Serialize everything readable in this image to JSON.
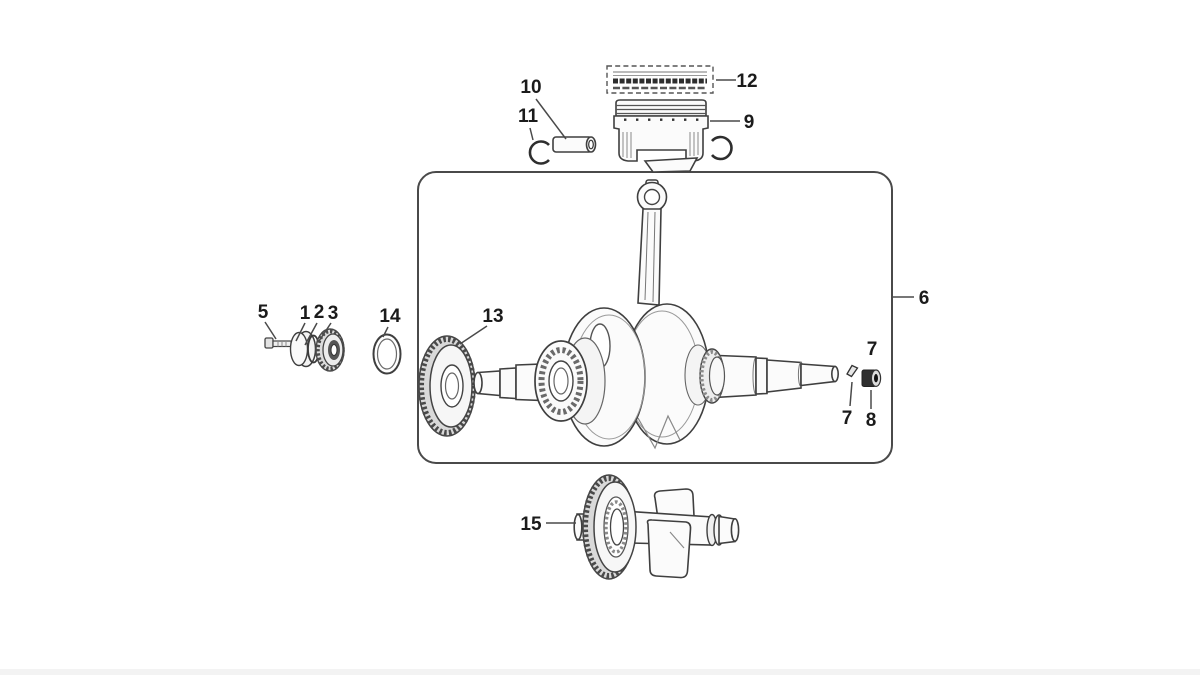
{
  "diagram": {
    "description": "Exploded technical parts diagram of an engine crankshaft, piston and balance shaft assembly with numbered callouts",
    "colors": {
      "background": "#ffffff",
      "line_art": "#3f3f3f",
      "label_text": "#1b1b1b",
      "group_box": "#4a4a4a"
    },
    "callouts": {
      "n1": "1",
      "n2": "2",
      "n3": "3",
      "n5": "5",
      "n6": "6",
      "n7_top": "7",
      "n7_bottom": "7",
      "n8": "8",
      "n9": "9",
      "n10": "10",
      "n11": "11",
      "n12": "12",
      "n13": "13",
      "n14": "14",
      "n15": "15"
    }
  }
}
